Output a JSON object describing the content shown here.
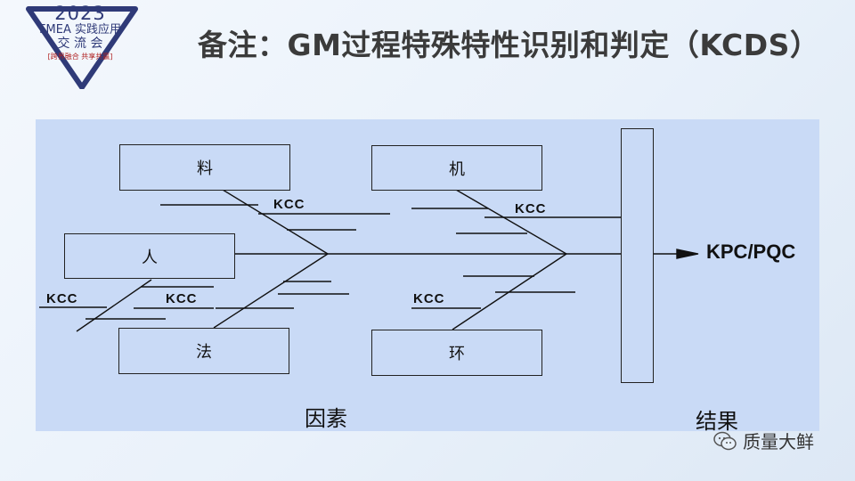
{
  "logo": {
    "year": "2023",
    "line1": "FMEA 实践应用",
    "line2": "交 流 会",
    "line3": "[跨界融合 共享共赢]"
  },
  "title": "备注：GM过程特殊特性识别和判定（KCDS）",
  "diagram": {
    "boxes": {
      "material": "料",
      "machine": "机",
      "man": "人",
      "method": "法",
      "environment": "环"
    },
    "kcc_labels": [
      "KCC",
      "KCC",
      "KCC",
      "KCC",
      "KCC"
    ],
    "output": "KPC/PQC",
    "caption_causes": "因素",
    "caption_result": "结果"
  },
  "watermark": {
    "text": "质量大鲜",
    "icon": "wechat-icon"
  },
  "colors": {
    "panel": "#c9daf6",
    "logo_blue": "#2f3a78",
    "logo_red": "#b02020"
  }
}
